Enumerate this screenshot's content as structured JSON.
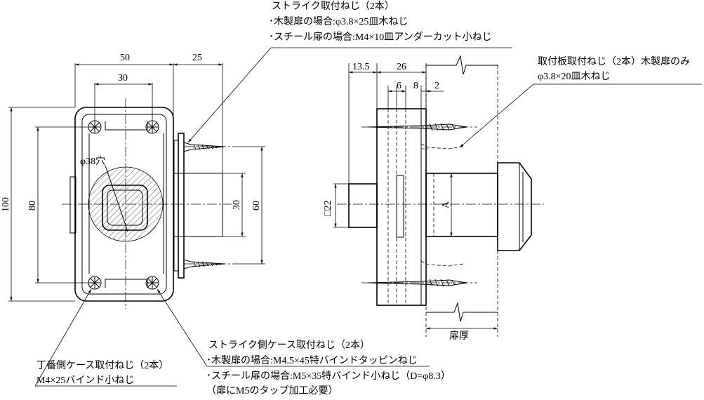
{
  "dimensions": {
    "w50": "50",
    "w25": "25",
    "w30": "30",
    "h100": "100",
    "h80": "80",
    "h60": "60",
    "h30": "30",
    "hole": "φ38穴",
    "d13_5": "13.5",
    "d26": "26",
    "d6": "6",
    "d8": "8",
    "d2": "2",
    "sq22": "□22",
    "a": "A",
    "door_thickness": "扉厚"
  },
  "notes": {
    "strike_screw": {
      "title": "ストライク取付ねじ（2本）",
      "wood": "･木製扉の場合:φ3.8×25皿木ねじ",
      "steel": "･スチール扉の場合:M4×10皿アンダーカット小ねじ"
    },
    "plate_screw": {
      "title": "取付板取付ねじ（2本）木製扉のみ",
      "spec": "φ3.8×20皿木ねじ"
    },
    "strike_case_screw": {
      "title": "ストライク側ケース取付ねじ（2本）",
      "wood": "･木製扉の場合:M4.5×45特バインドタッピンねじ",
      "steel": "･スチール扉の場合:M5×35特バインド小ねじ（D=φ8.3）",
      "note": "（扉にM5のタップ加工必要）"
    },
    "hinge_screw": {
      "title": "丁番側ケース取付ねじ（2本）",
      "spec": "M4×25バインド小ねじ"
    }
  }
}
